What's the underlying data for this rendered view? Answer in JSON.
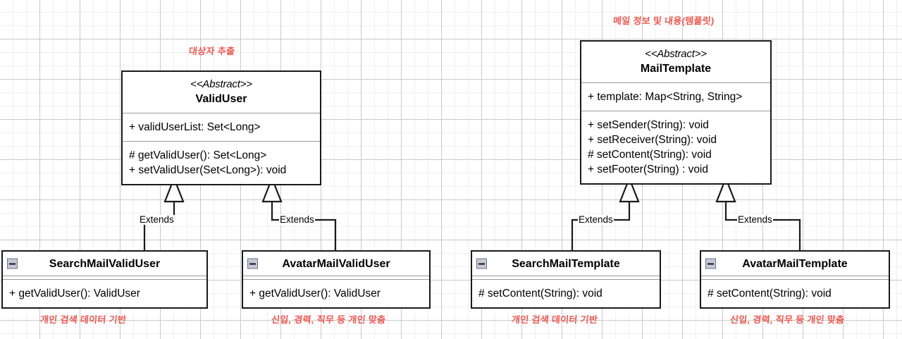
{
  "diagram": {
    "title": "UML class diagram",
    "accent_note_color": "#f2564e",
    "line_color": "#1a1a1a"
  },
  "abstract_classes": [
    {
      "id": "valid-user",
      "stereotype": "<<Abstract>>",
      "name": "ValidUser",
      "attributes": [
        "+ validUserList: Set<Long>"
      ],
      "methods": [
        "# getValidUser(): Set<Long>",
        "+ setValidUser(Set<Long>): void"
      ],
      "note": "대상자 추출"
    },
    {
      "id": "mail-template",
      "stereotype": "<<Abstract>>",
      "name": "MailTemplate",
      "attributes": [
        "+ template: Map<String, String>"
      ],
      "methods": [
        "+ setSender(String): void",
        "+ setReceiver(String): void",
        "# setContent(String): void",
        "+ setFooter(String) : void"
      ],
      "note": "메일 정보 및 내용(템플릿)"
    }
  ],
  "subclasses": [
    {
      "id": "search-mail-valid-user",
      "name": "SearchMailValidUser",
      "icon": "collapse-minus-icon",
      "methods": [
        "+ getValidUser(): ValidUser"
      ],
      "note": "개인 검색 데이터 기반",
      "relation": "Extends",
      "parent": "ValidUser"
    },
    {
      "id": "avatar-mail-valid-user",
      "name": "AvatarMailValidUser",
      "icon": "collapse-minus-icon",
      "methods": [
        "+ getValidUser(): ValidUser"
      ],
      "note": "신입, 경력, 직무 등 개인 맞춤",
      "relation": "Extends",
      "parent": "ValidUser"
    },
    {
      "id": "search-mail-template",
      "name": "SearchMailTemplate",
      "icon": "collapse-minus-icon",
      "methods": [
        "# setContent(String): void"
      ],
      "note": "개인 검색 데이터 기반",
      "relation": "Extends",
      "parent": "MailTemplate"
    },
    {
      "id": "avatar-mail-template",
      "name": "AvatarMailTemplate",
      "icon": "collapse-minus-icon",
      "methods": [
        "# setContent(String): void"
      ],
      "note": "신입, 경력, 직무 등 개인 맞춤",
      "relation": "Extends",
      "parent": "MailTemplate"
    }
  ],
  "relations": [
    {
      "label": "Extends"
    },
    {
      "label": "Extends"
    },
    {
      "label": "Extends"
    },
    {
      "label": "Extends"
    }
  ]
}
